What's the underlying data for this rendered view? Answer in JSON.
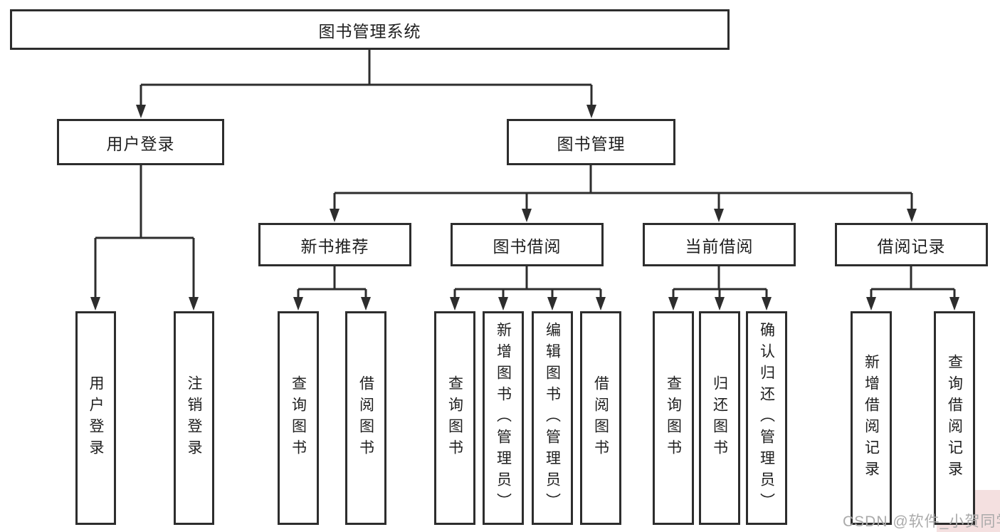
{
  "colors": {
    "line": "#2d2d2d",
    "box_border": "#2d2d2d",
    "text": "#1f1f1f",
    "background": "#ffffff",
    "watermark_text": "#aaaaaa",
    "watermark_bg": "#f4e0e0"
  },
  "diagram": {
    "root": "图书管理系统",
    "user_login": {
      "label": "用户登录",
      "children": [
        "用户登录",
        "注销登录"
      ]
    },
    "book_mgmt": {
      "label": "图书管理",
      "sections": [
        {
          "label": "新书推荐",
          "children": [
            "查询图书",
            "借阅图书"
          ]
        },
        {
          "label": "图书借阅",
          "children": [
            "查询图书",
            "新增图书（管理员）",
            "编辑图书（管理员）",
            "借阅图书"
          ]
        },
        {
          "label": "当前借阅",
          "children": [
            "查询图书",
            "归还图书",
            "确认归还（管理员）"
          ]
        },
        {
          "label": "借阅记录",
          "children": [
            "新增借阅记录",
            "查询借阅记录"
          ]
        }
      ]
    }
  },
  "watermark": "CSDN @软件_小贺同学"
}
